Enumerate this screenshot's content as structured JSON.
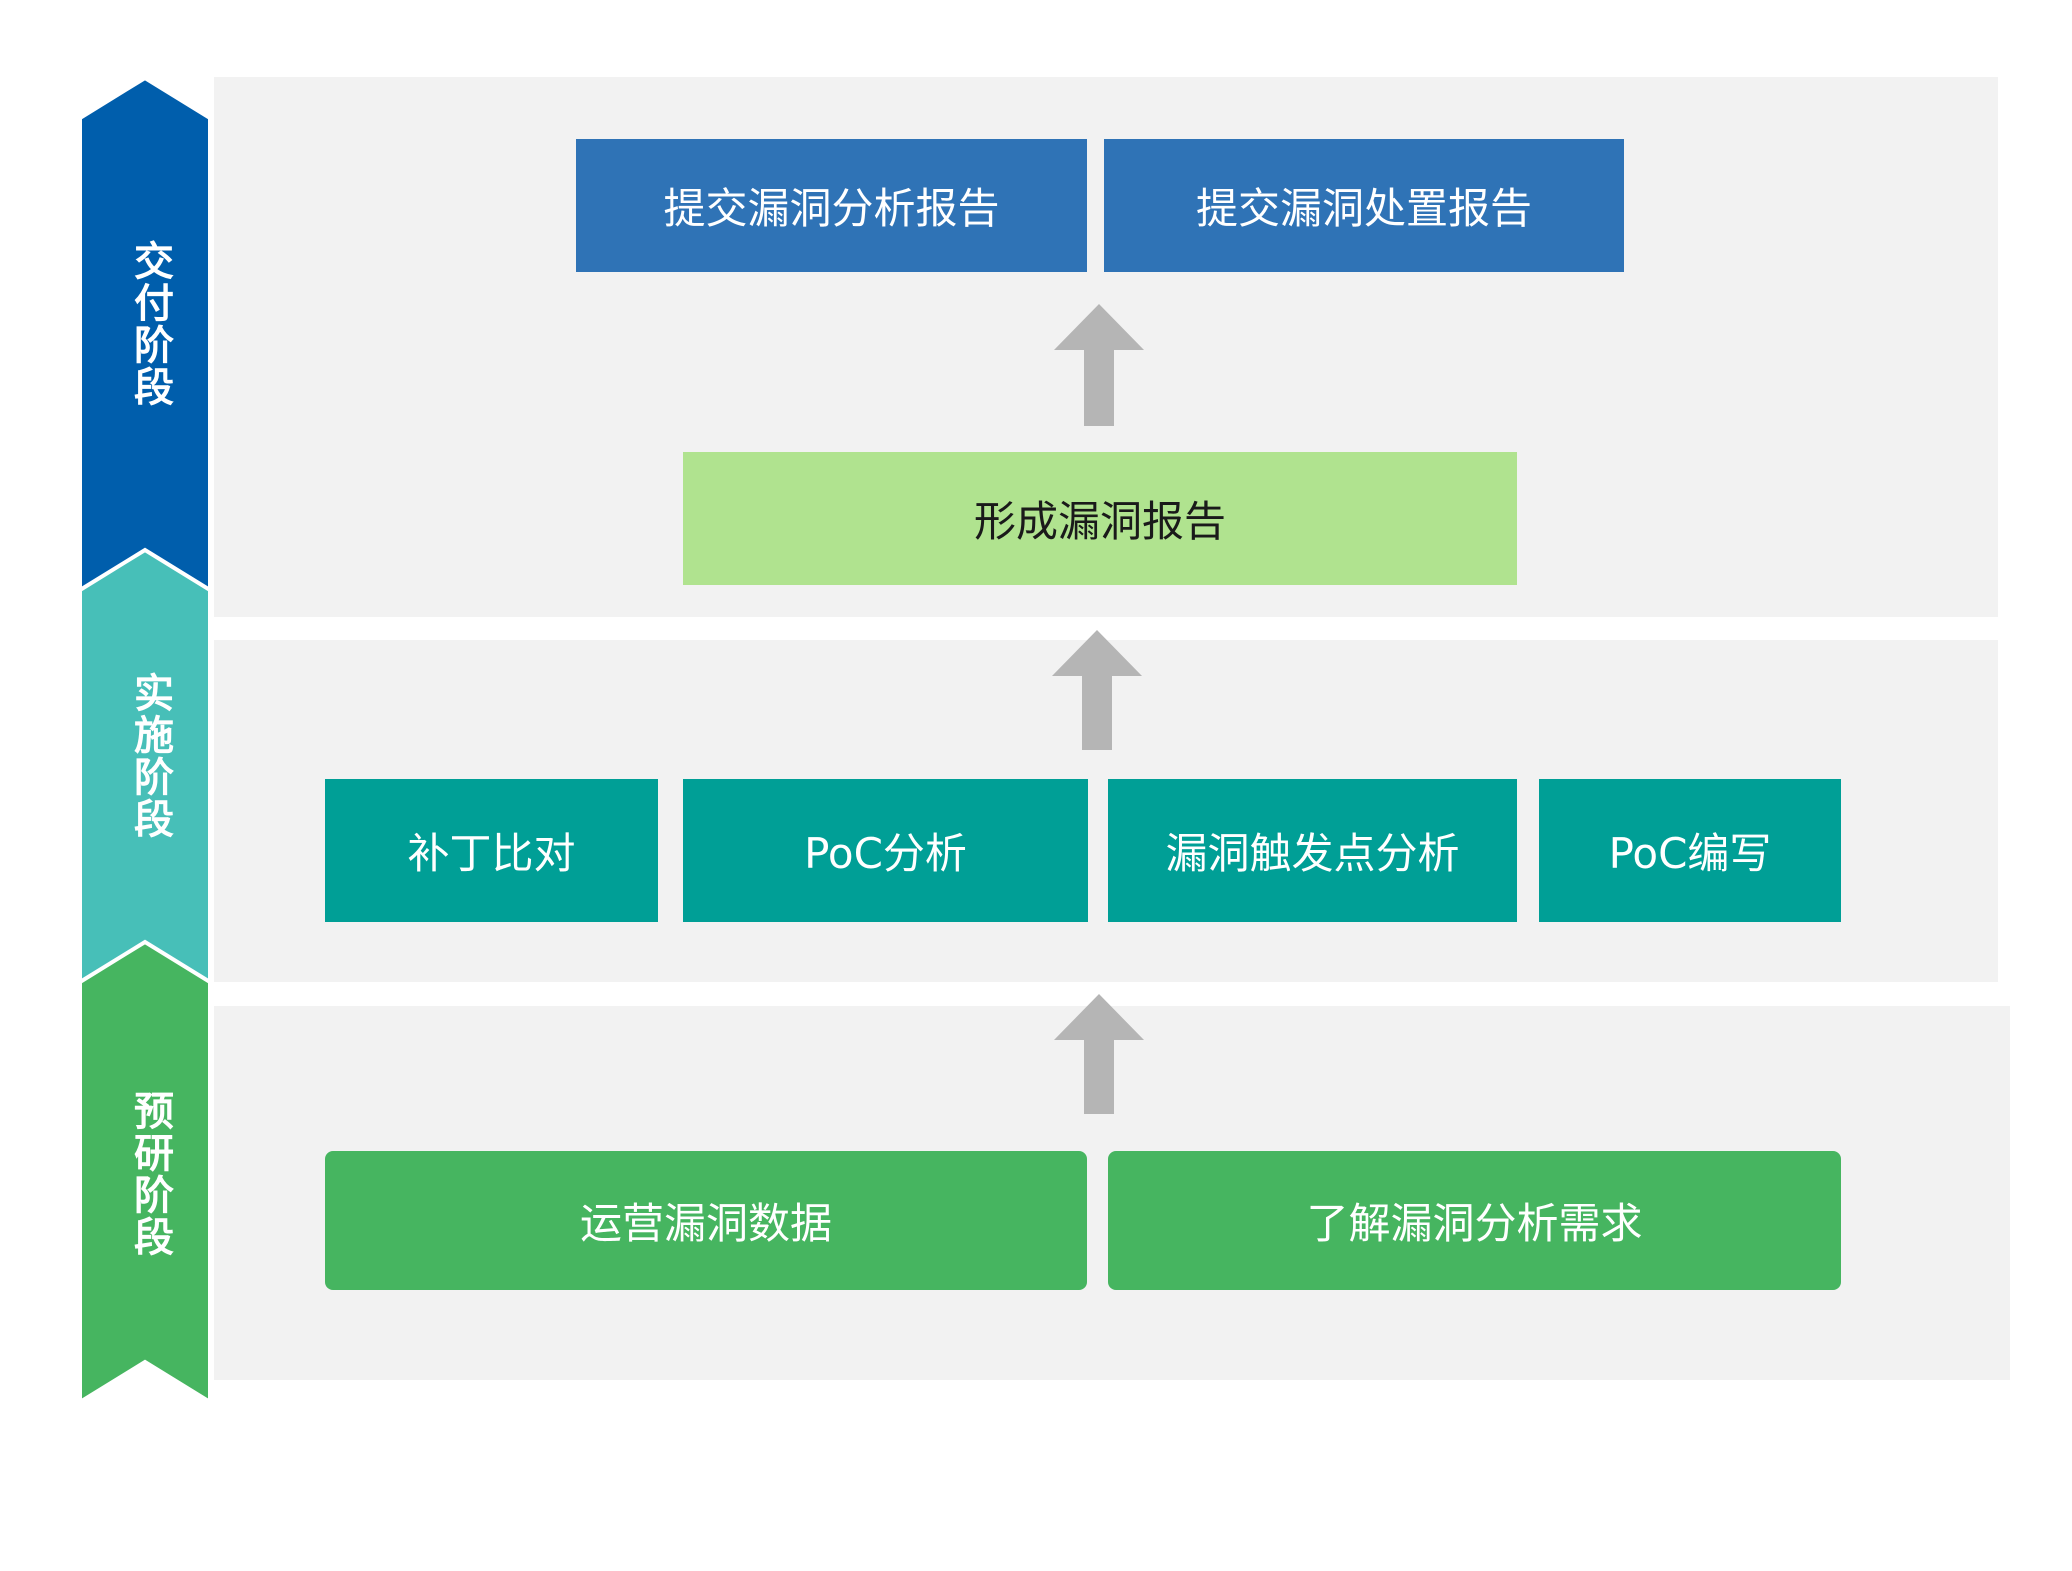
{
  "stages": {
    "delivery": {
      "label": "交付阶段",
      "color": "#005eac"
    },
    "implementation": {
      "label": "实施阶段",
      "color": "#47bfb8"
    },
    "research": {
      "label": "预研阶段",
      "color": "#46b560"
    }
  },
  "delivery": {
    "report_analysis": "提交漏洞分析报告",
    "report_disposal": "提交漏洞处置报告",
    "form_report": "形成漏洞报告"
  },
  "implementation": {
    "items": [
      "补丁比对",
      "PoC分析",
      "漏洞触发点分析",
      "PoC编写"
    ]
  },
  "research": {
    "items": [
      "运营漏洞数据",
      "了解漏洞分析需求"
    ]
  },
  "colors": {
    "band_bg": "#f2f2f2",
    "box_blue": "#2f73b6",
    "box_light_green": "#b0e38f",
    "box_teal": "#009f96",
    "box_green": "#46b560",
    "arrow_gray": "#b5b5b5"
  }
}
